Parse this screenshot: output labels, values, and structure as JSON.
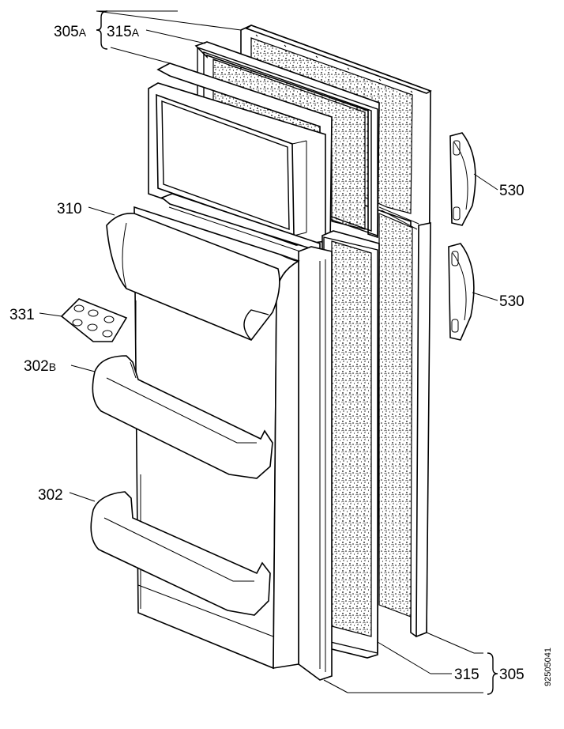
{
  "labels": {
    "p305a": "305",
    "p305a_sfx": "A",
    "p315a": "315",
    "p315a_sfx": "A",
    "p310": "310",
    "p331": "331",
    "p302b": "302",
    "p302b_sfx": "B",
    "p302": "302",
    "p530_top": "530",
    "p530_bottom": "530",
    "p315": "315",
    "p305": "305"
  },
  "drawing_code": "92505041"
}
